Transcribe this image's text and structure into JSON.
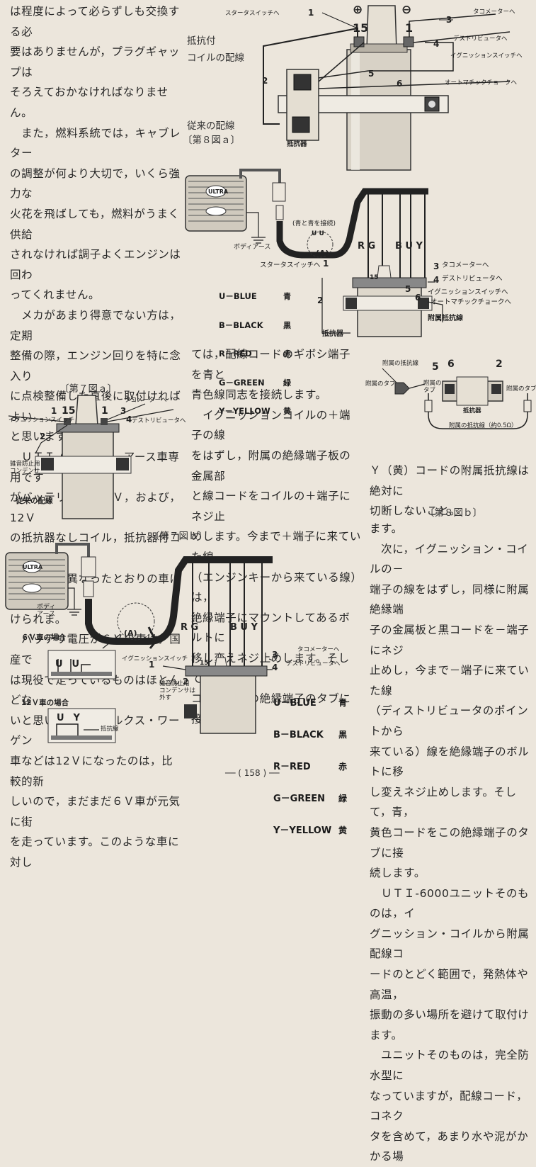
{
  "col1_top": [
    "は程度によって必らずしも交換する必",
    "要はありませんが，プラグギャップは",
    "そろえておかなければなりません。",
    "　また，燃料系統では，キャブレター",
    "の調整が何より大切で，いくら強力な",
    "火花を飛ばしても，燃料がうまく供給",
    "されなければ調子よくエンジンは回わ",
    "ってくれません。",
    "　メカがあまり得意でない方は，定期",
    "整備の際，エンジン回りを特に念入り",
    "に点検整備した直後に取付ければよい",
    "と思います。",
    "　ＵＴＩ-6000は，－アース車専用です",
    "がバッテリ電圧が６Ｖ，および，12Ｖ",
    "の抵抗器なしコイル，抵抗器付コイル",
    "の基本的に異なったとおりの車に取付",
    "けられま。",
    "　バッテリ電圧が６Ｖの車は，国産で",
    "は現役で走っているものはほとんどな",
    "いと思いますが，ホルクス・ワーゲン",
    "車などは12Ｖになったのは，比較的新",
    "しいので，まだまだ６Ｖ車が元気に街",
    "を走っています。このような車に対し"
  ],
  "col2_mid": [
    "ては，配線コードのギボシ端子を青と",
    "青色線同志を接続します。",
    "　イグニッションコイルの＋端子の線",
    "をはずし，附属の絶縁端子板の金属部",
    "と線コードをコイルの＋端子にネジ止",
    "めします。今まで＋端子に来ていた線",
    "（エンジンキーから来ている線）は，",
    "絶縁端子にマウントしてあるボルトに",
    "移し変えネジ止めします。そして，赤",
    "コードをこの絶縁端子のタブに接続し"
  ],
  "col3_note": [
    "Ｙ（黄）コードの附属抵抗線は絶対に",
    "切断しないこと。"
  ],
  "col3_bottom": [
    "ます。",
    "　次に，イグニッション・コイルの－",
    "端子の線をはずし，同様に附属絶縁端",
    "子の金属板と黒コードを－端子にネジ",
    "止めし，今まで－端子に来ていた線",
    "（ディストリビュータのポイントから",
    "来ている）線を絶縁端子のボルトに移",
    "し変えネジ止めします。そして，青，",
    "黄色コードをこの絶縁端子のタブに接",
    "続します。",
    "　ＵＴＩ-6000ユニットそのものは，イ",
    "グニッション・コイルから附属配線コ",
    "ードのとどく範囲で，発熱体や高温，",
    "振動の多い場所を避けて取付けます。",
    "　ユニットそのものは，完全防水型に",
    "なっていますが，配線コード，コネク",
    "タを含めて，あまり水や泥がかかる場"
  ],
  "captions": {
    "fig7a": "〔第７図ａ〕",
    "fig7b": "〔第７図ｂ〕",
    "fig8a": "〔第８図ａ〕",
    "fig8b": "〔第８図ｂ〕",
    "fig8a_resist": "抵抗付",
    "fig8a_coil": "コイルの配線",
    "fig8a_old": "従来の配線",
    "page_number": "── ( 158 ) ──"
  },
  "fig8a_top": {
    "plus": "⊕",
    "minus": "⊖",
    "t15": "15",
    "t1": "1",
    "n1": "1",
    "n2": "2",
    "n3": "3",
    "n4": "4",
    "n5": "5",
    "n6": "6",
    "starter": "スタータスイッチへ",
    "tacho": "タコメーターへ",
    "distributor": "デストリビュータへ",
    "ignition": "イグニッションスイッチへ",
    "choke": "オートマチックチョークへ",
    "resistor": "抵抗器"
  },
  "fig8a_wiring": {
    "ultra": "ULTRA",
    "body_earth": "ボディアース",
    "blue_connect": "(青と青を接続)",
    "uu": "U U",
    "a_mark": "(A)",
    "rg": "R G",
    "buy": "B U Y",
    "starter": "スタータスイッチへ",
    "tacho": "タコメーターへ",
    "distributor": "デストリビュータへ",
    "ignition": "イグニッションスイッチへ",
    "choke": "オートマチックチョークへ",
    "resistor": "抵抗器",
    "resist_wire": "附属抵抗線",
    "n1": "1",
    "n2": "2",
    "n3": "3",
    "n4": "4",
    "n5": "5",
    "n6": "6",
    "t15": "15"
  },
  "legend_a": {
    "u": "U－BLUE",
    "b": "B－BLACK",
    "r": "R－RED",
    "g": "G－GREEN",
    "y": "Y－YELLOW",
    "u_jp": "青",
    "b_jp": "黒",
    "r_jp": "赤",
    "g_jp": "緑",
    "y_jp": "黄"
  },
  "fig8b": {
    "wire_left": "附属の抵抗線",
    "tab_left": "附属のタブ",
    "tab_mid": "附属の\nタブ",
    "tab_right": "附属のタブ",
    "resistor": "抵抗器",
    "resist_wire": "附属の抵抗線（約0.5Ω）",
    "n5": "5",
    "n6": "6",
    "n2": "2"
  },
  "fig7a": {
    "tacho": "タコメーターへ",
    "ignition": "イグニッションスイッチ",
    "distributor": "デストリビュータへ",
    "condenser": "雑音防止用\nコンデンサ",
    "old": "従来の配線",
    "n1": "1",
    "n2": "2",
    "n3": "3",
    "n4": "4",
    "t15": "15",
    "t1": "1"
  },
  "fig7b": {
    "ultra": "ULTRA",
    "body_earth": "ボディ\nアース",
    "a_mark": "(A)",
    "case6v": "６Ｖ車の場合",
    "case12v": "12Ｖ車の場合",
    "uu": "U　U",
    "uy": "U　Y",
    "resist_wire": "抵抗線",
    "rg": "R G",
    "buy": "B U Y",
    "ignition": "イグニッションスイッチ",
    "tacho": "タコメーターへ",
    "distributor": "デストリビュータへ",
    "condenser": "雑音防止用\nコンデンサは\n外す",
    "n1": "1",
    "n2": "2",
    "n3": "3",
    "n4": "4",
    "t15": "15"
  },
  "legend_b": {
    "u": "U－BLUE",
    "b": "B－BLACK",
    "r": "R－RED",
    "g": "G－GREEN",
    "y": "Y－YELLOW",
    "u_jp": "青",
    "b_jp": "黒",
    "r_jp": "赤",
    "g_jp": "緑",
    "y_jp": "黄"
  }
}
